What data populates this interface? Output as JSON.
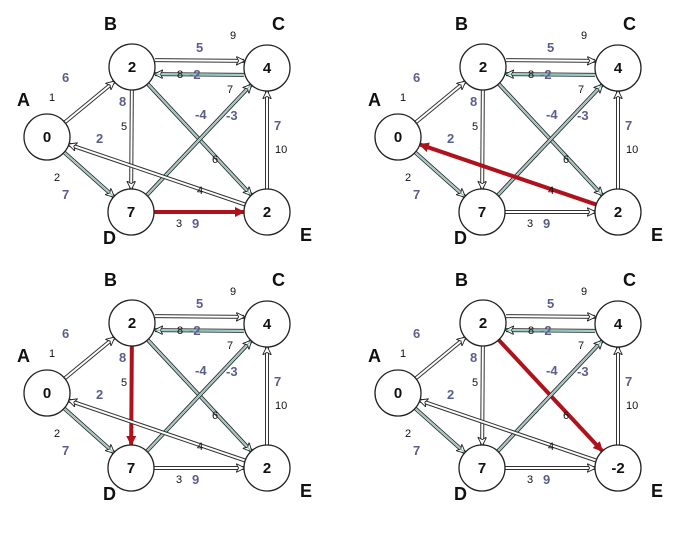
{
  "nodes": [
    {
      "id": "A",
      "label": "A"
    },
    {
      "id": "B",
      "label": "B"
    },
    {
      "id": "C",
      "label": "C"
    },
    {
      "id": "D",
      "label": "D"
    },
    {
      "id": "E",
      "label": "E"
    }
  ],
  "panels": [
    {
      "name": "panel-1",
      "values": {
        "A": "0",
        "B": "2",
        "C": "4",
        "D": "7",
        "E": "2"
      },
      "highlight": "D-E"
    },
    {
      "name": "panel-2",
      "values": {
        "A": "0",
        "B": "2",
        "C": "4",
        "D": "7",
        "E": "2"
      },
      "highlight": "E-A"
    },
    {
      "name": "panel-3",
      "values": {
        "A": "0",
        "B": "2",
        "C": "4",
        "D": "7",
        "E": "2"
      },
      "highlight": "B-D"
    },
    {
      "name": "panel-4",
      "values": {
        "A": "0",
        "B": "2",
        "C": "4",
        "D": "7",
        "E": "-2"
      },
      "highlight": "B-E"
    }
  ],
  "edges": [
    {
      "id": "A-B",
      "labels": [
        "1",
        "6"
      ]
    },
    {
      "id": "A-D",
      "labels": [
        "2",
        "7"
      ]
    },
    {
      "id": "B-C",
      "labels": [
        "9",
        "5"
      ]
    },
    {
      "id": "C-B",
      "labels": [
        "8",
        "-2"
      ]
    },
    {
      "id": "B-D",
      "labels": [
        "8",
        "5"
      ]
    },
    {
      "id": "B-E",
      "labels": [
        "-4",
        "6"
      ]
    },
    {
      "id": "D-C",
      "labels": [
        "7",
        "-3"
      ]
    },
    {
      "id": "E-C",
      "labels": [
        "7",
        "10"
      ]
    },
    {
      "id": "E-A",
      "labels": [
        "2",
        "4"
      ]
    },
    {
      "id": "D-E",
      "labels": [
        "3",
        "9"
      ]
    }
  ]
}
